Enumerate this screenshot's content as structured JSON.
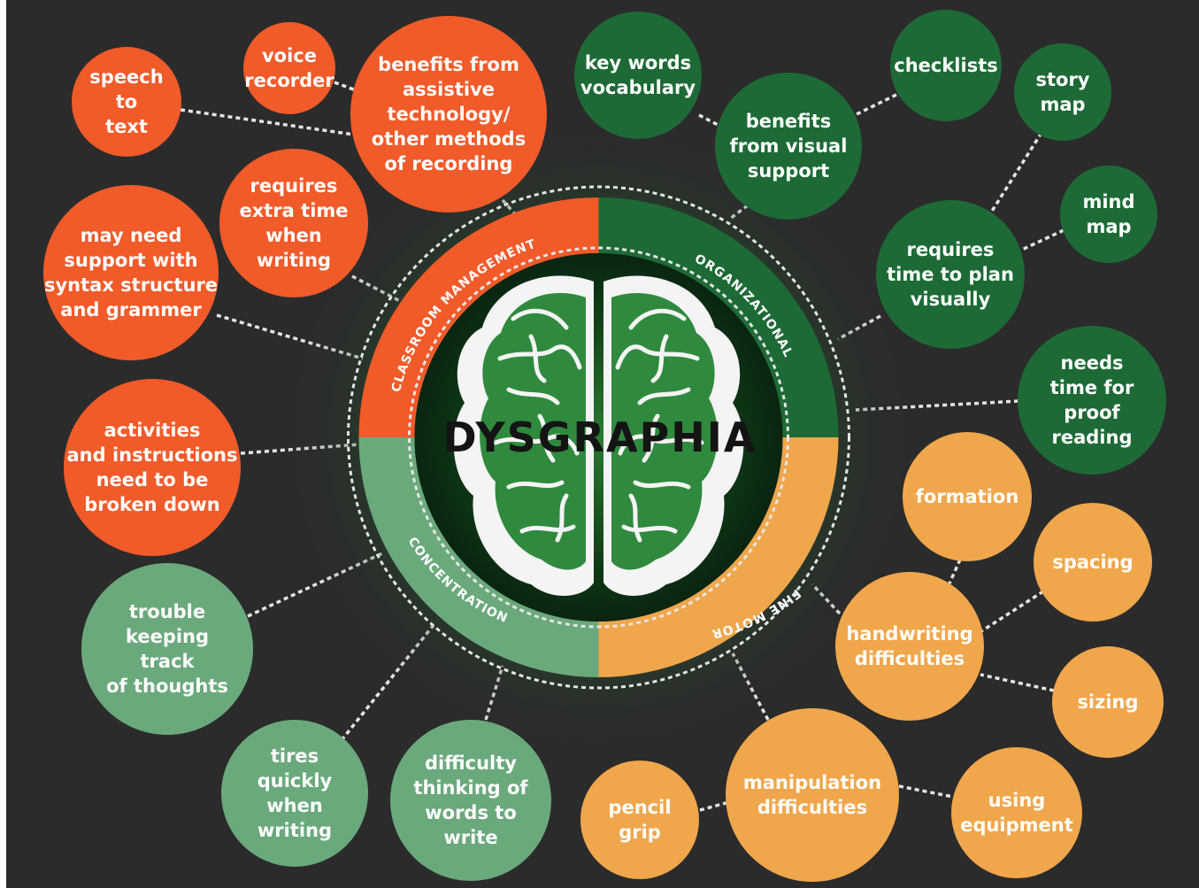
{
  "title": "DYSGRAPHIA",
  "colors": {
    "background": "#2b2b2b",
    "classroom": "#f15a29",
    "organizational": "#1d6a36",
    "fine_motor": "#f0a64b",
    "concentration": "#6aa97c",
    "brain": "#2f8a3e"
  },
  "sectors": [
    {
      "id": "classroom",
      "label": "CLASSROOM MANAGEMENT",
      "color": "#f15a29"
    },
    {
      "id": "organizational",
      "label": "ORGANIZATIONAL",
      "color": "#1d6a36"
    },
    {
      "id": "fine_motor",
      "label": "FINE MOTOR",
      "color": "#f0a64b"
    },
    {
      "id": "concentration",
      "label": "CONCENTRATION",
      "color": "#6aa97c"
    }
  ],
  "bubbles": [
    {
      "id": "speech-to-text",
      "group": "classroom",
      "lines": [
        "speech",
        "to",
        "text"
      ]
    },
    {
      "id": "voice-recorder",
      "group": "classroom",
      "lines": [
        "voice",
        "recorder"
      ]
    },
    {
      "id": "assistive-technology",
      "group": "classroom",
      "lines": [
        "benefits from",
        "assistive",
        "technology/",
        "other methods",
        "of recording"
      ]
    },
    {
      "id": "extra-time",
      "group": "classroom",
      "lines": [
        "requires",
        "extra time",
        "when",
        "writing"
      ]
    },
    {
      "id": "syntax-support",
      "group": "classroom",
      "lines": [
        "may need",
        "support with",
        "syntax structure",
        "and grammer"
      ]
    },
    {
      "id": "broken-down",
      "group": "classroom",
      "lines": [
        "activities",
        "and instructions",
        "need to be",
        "broken down"
      ]
    },
    {
      "id": "key-words",
      "group": "organizational",
      "lines": [
        "key words",
        "vocabulary"
      ]
    },
    {
      "id": "visual-support",
      "group": "organizational",
      "lines": [
        "benefits",
        "from visual",
        "support"
      ]
    },
    {
      "id": "checklists",
      "group": "organizational",
      "lines": [
        "checklists"
      ]
    },
    {
      "id": "story-map",
      "group": "organizational",
      "lines": [
        "story",
        "map"
      ]
    },
    {
      "id": "mind-map",
      "group": "organizational",
      "lines": [
        "mind",
        "map"
      ]
    },
    {
      "id": "plan-visually",
      "group": "organizational",
      "lines": [
        "requires",
        "time to plan",
        "visually"
      ]
    },
    {
      "id": "proof-reading",
      "group": "organizational",
      "lines": [
        "needs",
        "time for",
        "proof",
        "reading"
      ]
    },
    {
      "id": "formation",
      "group": "fine_motor",
      "lines": [
        "formation"
      ]
    },
    {
      "id": "spacing",
      "group": "fine_motor",
      "lines": [
        "spacing"
      ]
    },
    {
      "id": "handwriting-difficulties",
      "group": "fine_motor",
      "lines": [
        "handwriting",
        "difficulties"
      ]
    },
    {
      "id": "sizing",
      "group": "fine_motor",
      "lines": [
        "sizing"
      ]
    },
    {
      "id": "using-equipment",
      "group": "fine_motor",
      "lines": [
        "using",
        "equipment"
      ]
    },
    {
      "id": "manipulation-difficulties",
      "group": "fine_motor",
      "lines": [
        "manipulation",
        "difficulties"
      ]
    },
    {
      "id": "pencil-grip",
      "group": "fine_motor",
      "lines": [
        "pencil",
        "grip"
      ]
    },
    {
      "id": "thinking-of-words",
      "group": "concentration",
      "lines": [
        "difficulty",
        "thinking of",
        "words to",
        "write"
      ]
    },
    {
      "id": "tires-quickly",
      "group": "concentration",
      "lines": [
        "tires",
        "quickly",
        "when",
        "writing"
      ]
    },
    {
      "id": "track-of-thoughts",
      "group": "concentration",
      "lines": [
        "trouble",
        "keeping",
        "track",
        "of thoughts"
      ]
    }
  ]
}
